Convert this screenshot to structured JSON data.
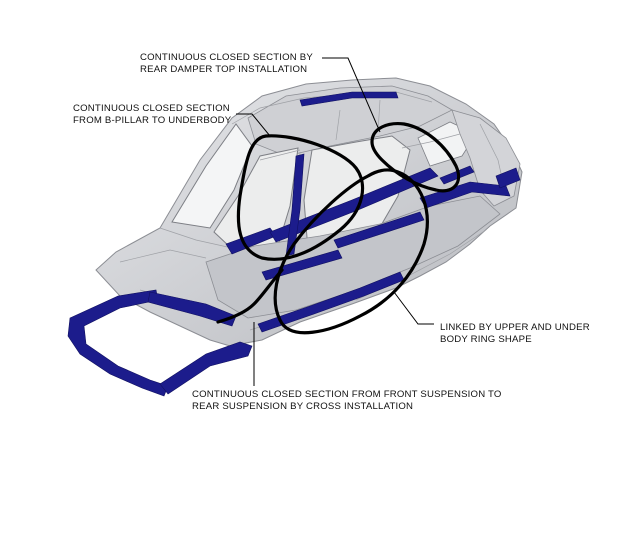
{
  "callouts": {
    "rear_damper": "CONTINUOUS CLOSED SECTION BY\nREAR DAMPER TOP INSTALLATION",
    "b_pillar": "CONTINUOUS CLOSED SECTION\nFROM B-PILLAR TO UNDERBODY",
    "ring_shape": "LINKED BY UPPER AND UNDER\nBODY RING SHAPE",
    "cross_install": "CONTINUOUS CLOSED SECTION FROM FRONT SUSPENSION TO\nREAR SUSPENSION BY CROSS INSTALLATION"
  },
  "colors": {
    "steel_light": "#d9dadd",
    "steel_mid": "#a9abb0",
    "steel_dark": "#6e7076",
    "high_strength": "#1c1c8c",
    "highlight_loop": "#000000",
    "leader": "#000000"
  }
}
